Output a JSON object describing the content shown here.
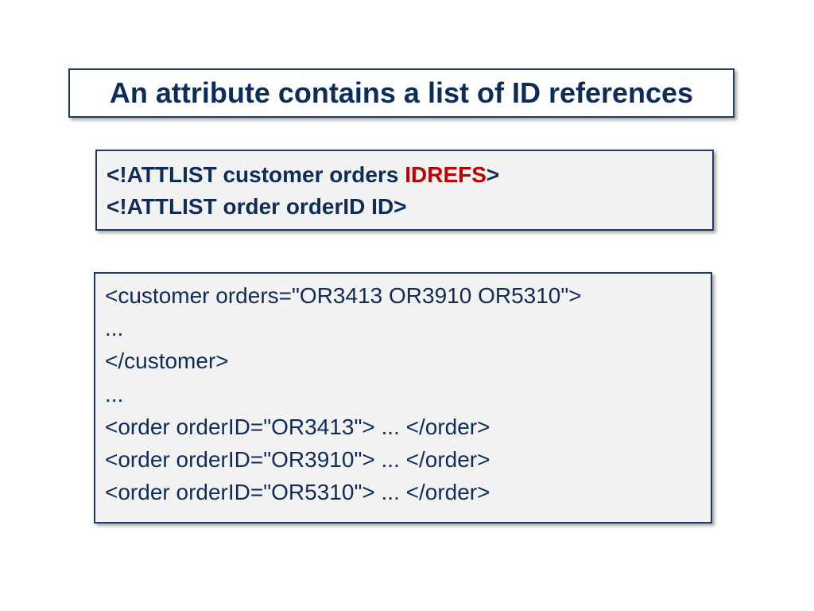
{
  "title": "An attribute contains a list of ID references",
  "dtd": {
    "line1_prefix": "<!ATTLIST customer orders ",
    "line1_keyword": "IDREFS",
    "line1_suffix": ">",
    "line2": "<!ATTLIST order orderID ID>"
  },
  "xml": {
    "lines": [
      "<customer orders=\"OR3413 OR3910 OR5310\">",
      "...",
      "</customer>",
      "...",
      "<order orderID=\"OR3413\"> ... </order>",
      "<order orderID=\"OR3910\"> ... </order>",
      "<order orderID=\"OR5310\"> ... </order>"
    ]
  },
  "colors": {
    "text": "#0d2c5a",
    "border": "#1f3a68",
    "highlight": "#c00000",
    "box_background": "#f2f2f2"
  }
}
